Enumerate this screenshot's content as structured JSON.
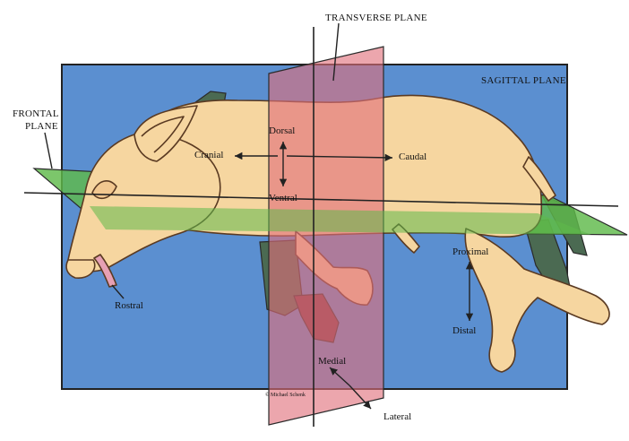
{
  "planes": {
    "transverse": "TRANSVERSE PLANE",
    "sagittal": "SAGITTAL PLANE",
    "frontal_line1": "FRONTAL",
    "frontal_line2": "PLANE"
  },
  "terms": {
    "dorsal": "Dorsal",
    "ventral": "Ventral",
    "cranial": "Cranial",
    "caudal": "Caudal",
    "rostral": "Rostral",
    "proximal": "Proximal",
    "distal": "Distal",
    "medial": "Medial",
    "lateral": "Lateral"
  },
  "credit": "© Michael Schenk",
  "colors": {
    "sagittal_plane": "#5b8fd0",
    "transverse_plane": "#e0707a",
    "frontal_plane": "#5fba4a",
    "pig_skin": "#f6d6a0",
    "pig_outline": "#5a3a22",
    "far_limbs": "#4b6a52"
  }
}
